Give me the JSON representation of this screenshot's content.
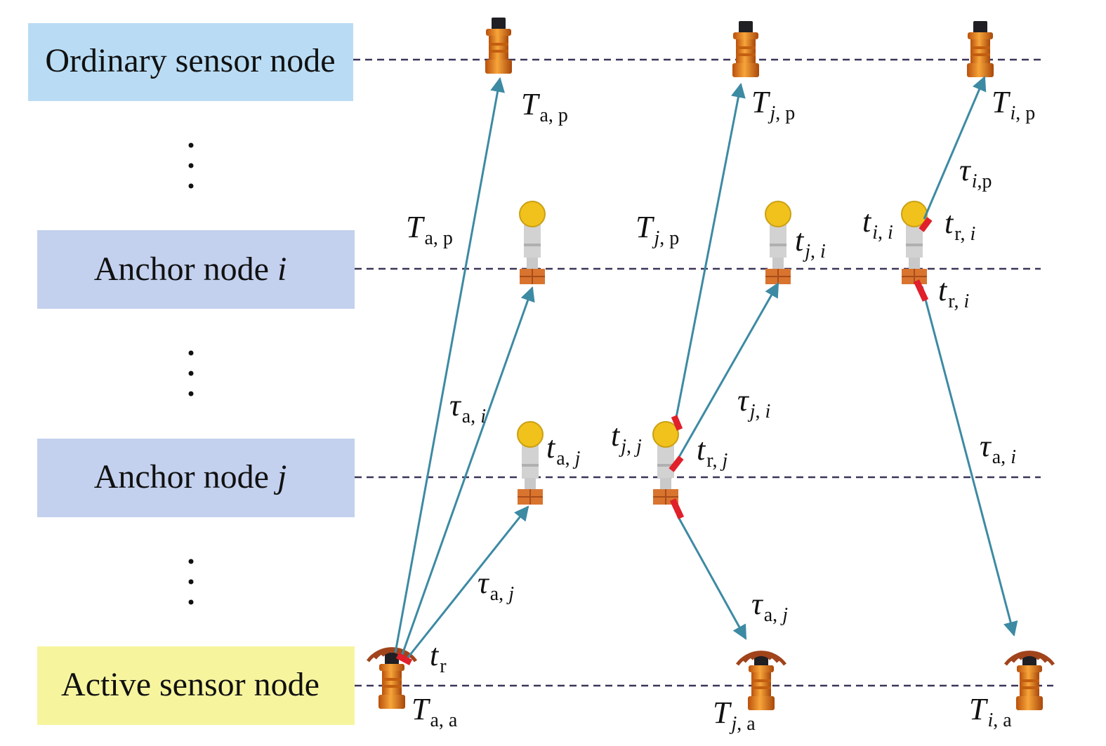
{
  "rows": {
    "ordinary": {
      "label": "Ordinary sensor node",
      "color": "#b9dcf4"
    },
    "anchor_i": {
      "label": "Anchor node ",
      "var": "i",
      "color": "#c3d0ee"
    },
    "anchor_j": {
      "label": "Anchor node ",
      "var": "j",
      "color": "#c3d0ee"
    },
    "active": {
      "label": "Active sensor node",
      "color": "#f6f59e"
    }
  },
  "colors": {
    "arrow": "#3d8aa3",
    "dash": "#3c3558",
    "marker": "#e0202a",
    "orange": "#ee8a1c",
    "bulb": "#f1c21c",
    "radio_wave": "#a1441c"
  },
  "icons": {
    "ordinary": "orange-sensor-icon",
    "anchor": "anchor-node-icon",
    "active": "radio-sensor-icon"
  },
  "labels": {
    "T_a_p_top": {
      "base": "T",
      "sub": "a, p",
      "sub_italic": false
    },
    "T_j_p_top": {
      "base": "T",
      "sub": "j",
      "sub2": ", p"
    },
    "T_i_p_top": {
      "base": "T",
      "sub": "i",
      "sub2": ", p"
    },
    "tau_i_p": {
      "base": "τ",
      "sub": "i",
      "sub2": ",p"
    },
    "T_a_p_mid": {
      "base": "T",
      "sub": "a, p",
      "sub_italic": false
    },
    "T_j_p_mid": {
      "base": "T",
      "sub": "j",
      "sub2": ", p"
    },
    "t_j_i": {
      "base": "t",
      "sub": "j",
      "sub2": ", ",
      "sub3": "i"
    },
    "t_i_i": {
      "base": "t",
      "sub": "i",
      "sub2": ", ",
      "sub3": "i"
    },
    "t_r_i_top": {
      "base": "t",
      "sub": "r, ",
      "sub3": "i"
    },
    "t_r_i_bot": {
      "base": "t",
      "sub": "r, ",
      "sub3": "i"
    },
    "tau_a_i_left": {
      "base": "τ",
      "sub": "a, ",
      "sub3": "i"
    },
    "tau_j_i": {
      "base": "τ",
      "sub": "j",
      "sub2": ", ",
      "sub3": "i"
    },
    "tau_a_i_right": {
      "base": "τ",
      "sub": "a, ",
      "sub3": "i"
    },
    "t_a_j": {
      "base": "t",
      "sub": "a, ",
      "sub3": "j"
    },
    "t_j_j": {
      "base": "t",
      "sub": "j",
      "sub2": ", ",
      "sub3": "j"
    },
    "t_r_j": {
      "base": "t",
      "sub": "r, ",
      "sub3": "j"
    },
    "tau_a_j_left": {
      "base": "τ",
      "sub": "a, ",
      "sub3": "j"
    },
    "tau_a_j_right": {
      "base": "τ",
      "sub": "a, ",
      "sub3": "j"
    },
    "t_r": {
      "base": "t",
      "sub": "r"
    },
    "T_a_a": {
      "base": "T",
      "sub": "a, a"
    },
    "T_j_a": {
      "base": "T",
      "sub": "j",
      "sub2": ", a"
    },
    "T_i_a": {
      "base": "T",
      "sub": "i",
      "sub2": ", a"
    }
  }
}
